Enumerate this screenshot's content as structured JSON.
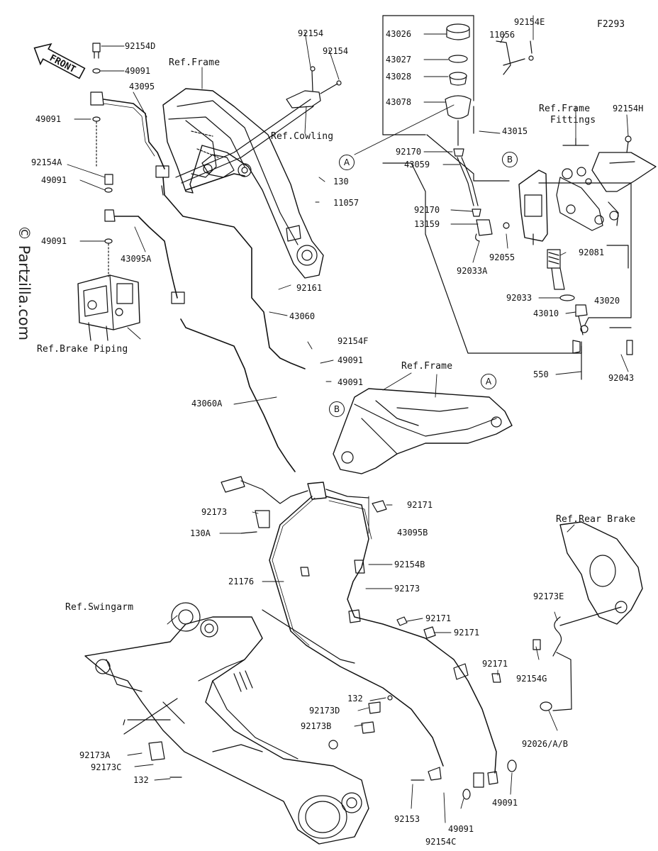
{
  "diagram": {
    "figure_code": "F2293",
    "copyright": "© Partzilla.com",
    "direction_label": "FRONT",
    "reference_labels": {
      "frame_top": "Ref.Frame",
      "cowling": "Ref.Cowling",
      "frame_fittings": "Ref.Frame\n  Fittings",
      "frame_mid": "Ref.Frame",
      "brake_piping": "Ref.Brake Piping",
      "rear_brake": "Ref.Rear Brake",
      "swingarm": "Ref.Swingarm"
    },
    "callouts": {
      "A": "A",
      "B": "B"
    },
    "parts": {
      "p92154D": "92154D",
      "p49091_a": "49091",
      "p43095": "43095",
      "p49091_b": "49091",
      "p92154A": "92154A",
      "p49091_c": "49091",
      "p49091_d": "49091",
      "p43095A": "43095A",
      "p92154_a": "92154",
      "p92154_b": "92154",
      "p130": "130",
      "p11057": "11057",
      "p92161": "92161",
      "p43060": "43060",
      "p92154F": "92154F",
      "p49091_e": "49091",
      "p49091_f": "49091",
      "p43060A": "43060A",
      "p43026": "43026",
      "p43027": "43027",
      "p43028": "43028",
      "p43078": "43078",
      "p11056": "11056",
      "p92154E": "92154E",
      "p43015": "43015",
      "p92170_a": "92170",
      "p43059": "43059",
      "p92170_b": "92170",
      "p13159": "13159",
      "p92055": "92055",
      "p92033A": "92033A",
      "p92154H": "92154H",
      "p92081": "92081",
      "p92033": "92033",
      "p43020": "43020",
      "p43010": "43010",
      "p550": "550",
      "p92043": "92043",
      "p92173_a": "92173",
      "p130A": "130A",
      "p92171_a": "92171",
      "p43095B": "43095B",
      "p21176": "21176",
      "p92154B": "92154B",
      "p92173_b": "92173",
      "p92171_b": "92171",
      "p92171_c": "92171",
      "p92173E": "92173E",
      "p92154G": "92154G",
      "p92171_d": "92171",
      "p132_a": "132",
      "p92173D": "92173D",
      "p92173B": "92173B",
      "p92026AB": "92026/A/B",
      "p92173A": "92173A",
      "p92173C": "92173C",
      "p132_b": "132",
      "p92153": "92153",
      "p49091_g": "49091",
      "p49091_h": "49091",
      "p92154C": "92154C"
    }
  }
}
